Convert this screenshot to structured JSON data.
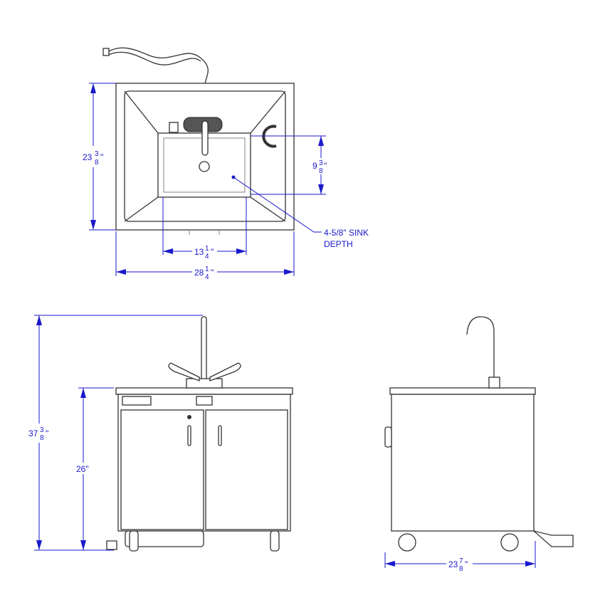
{
  "top_view": {
    "height_dim": {
      "whole": "23",
      "num": "3",
      "den": "8",
      "unit": "\""
    },
    "basin_depth_dim": {
      "whole": "9",
      "num": "3",
      "den": "8",
      "unit": "\""
    },
    "basin_width_dim": {
      "whole": "13",
      "num": "1",
      "den": "4",
      "unit": "\""
    },
    "overall_width_dim": {
      "whole": "28",
      "num": "1",
      "den": "4",
      "unit": "\""
    },
    "sink_depth_note": {
      "line1": "4-5/8\" SINK",
      "line2": "DEPTH"
    }
  },
  "front_view": {
    "overall_height_dim": {
      "whole": "37",
      "num": "3",
      "den": "8",
      "unit": "\""
    },
    "counter_height_dim": {
      "label": "26\""
    }
  },
  "side_view": {
    "depth_dim": {
      "whole": "23",
      "num": "7",
      "den": "8",
      "unit": "\""
    }
  },
  "colors": {
    "dimension": "#1a1acc",
    "line": "#333333"
  }
}
